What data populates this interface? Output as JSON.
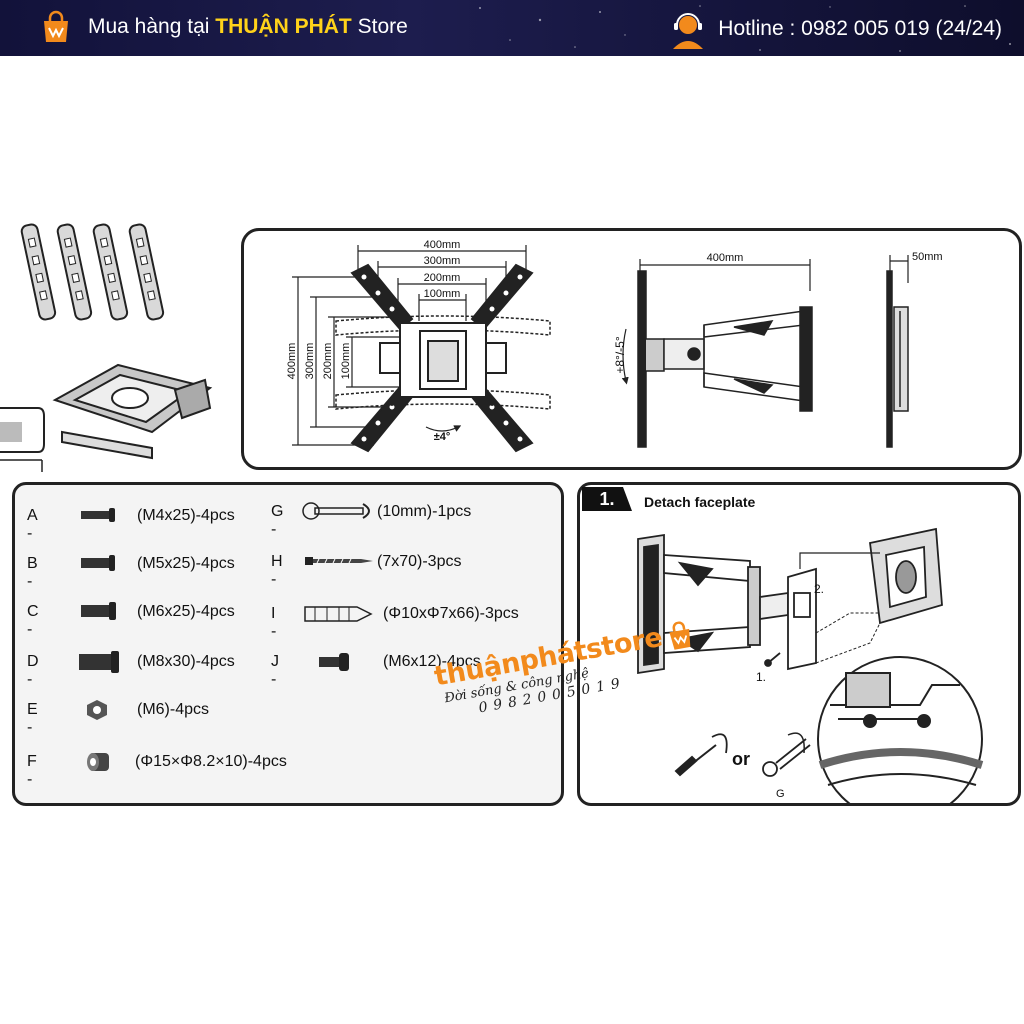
{
  "header": {
    "promo_prefix": "Mua hàng tại",
    "brand": "THUẬN PHÁT",
    "promo_suffix": "Store",
    "hotline": "Hotline : 0982 005 019 (24/24)"
  },
  "dimensions": {
    "front_width_labels": [
      "400mm",
      "300mm",
      "200mm",
      "100mm"
    ],
    "front_height_labels": [
      "400mm",
      "300mm",
      "200mm",
      "100mm"
    ],
    "rotation": "±4°",
    "side_width": "400mm",
    "tilt": "+8°/-5°",
    "depth": "50mm"
  },
  "parts": [
    {
      "letter": "A -",
      "spec": "(M4x25)-4pcs"
    },
    {
      "letter": "B -",
      "spec": "(M5x25)-4pcs"
    },
    {
      "letter": "C -",
      "spec": "(M6x25)-4pcs"
    },
    {
      "letter": "D -",
      "spec": "(M8x30)-4pcs"
    },
    {
      "letter": "E -",
      "spec": "(M6)-4pcs"
    },
    {
      "letter": "F -",
      "spec": "(Φ15×Φ8.2×10)-4pcs"
    },
    {
      "letter": "G -",
      "spec": "(10mm)-1pcs"
    },
    {
      "letter": "H -",
      "spec": "(7x70)-3pcs"
    },
    {
      "letter": "I -",
      "spec": "(Φ10xΦ7x66)-3pcs"
    },
    {
      "letter": "J -",
      "spec": "(M6x12)-4pcs"
    }
  ],
  "step": {
    "number": "1.",
    "title": "Detach faceplate",
    "callout_1": "1.",
    "callout_2": "2.",
    "or_label": "or",
    "wrench_label": "G"
  },
  "watermark": {
    "name": "thuậnphátstore",
    "tagline": "Đời sống & công nghệ",
    "phone": "0982005019"
  },
  "colors": {
    "header_bg": "#15153d",
    "brand_yellow": "#ffd21a",
    "watermark_orange": "#f28a1c"
  }
}
